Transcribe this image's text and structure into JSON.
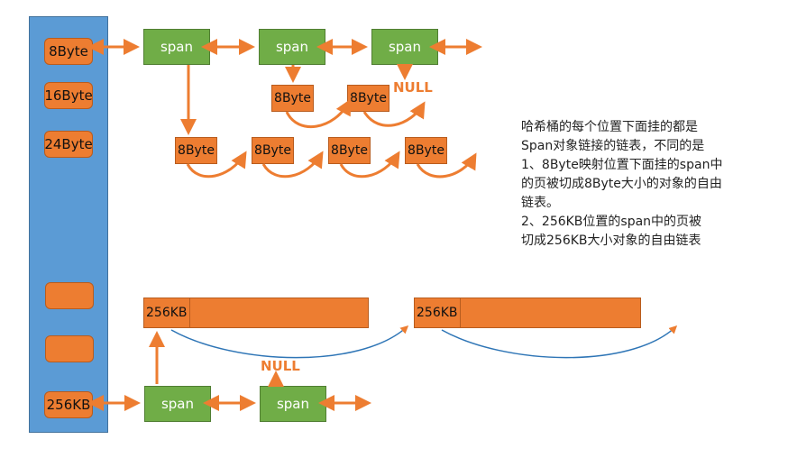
{
  "hash_buckets": [
    {
      "label": "8Byte"
    },
    {
      "label": "16Byte"
    },
    {
      "label": "24Byte"
    },
    {
      "label": ""
    },
    {
      "label": ""
    },
    {
      "label": "256KB"
    }
  ],
  "span_label": "span",
  "null_label": "NULL",
  "object_8byte_label": "8Byte",
  "object_256kb_label": "256KB",
  "note": {
    "text": "哈希桶的每个位置下面挂的都是\nSpan对象链接的链表，不同的是\n1、8Byte映射位置下面挂的span中\n的页被切成8Byte大小的对象的自由\n链表。\n2、256KB位置的span中的页被\n切成256KB大小对象的自由链表"
  },
  "colors": {
    "hash_bar": "#5B9BD5",
    "bucket": "#ED7D31",
    "span": "#70AD47",
    "arrow": "#ED7D31"
  }
}
